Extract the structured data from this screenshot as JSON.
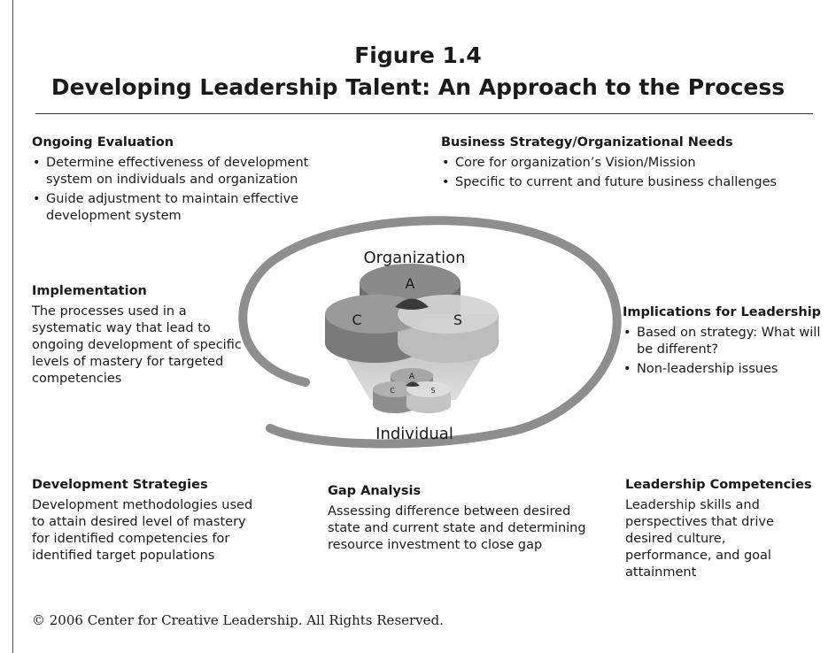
{
  "figure": {
    "title_line1": "Figure 1.4",
    "title_line2": "Developing Leadership Talent: An Approach to the Process"
  },
  "ongoing_evaluation": {
    "heading": "Ongoing Evaluation",
    "bullets": [
      "Determine effectiveness of development system on individuals and organization",
      "Guide adjustment to maintain effective development system"
    ]
  },
  "business_strategy": {
    "heading": "Business Strategy/Organizational Needs",
    "bullets": [
      "Core for organization’s Vision/Mission",
      "Specific to current and future business challenges"
    ]
  },
  "implementation": {
    "heading": "Implementation",
    "text": "The processes used in a systematic way that lead to ongoing development of specific levels of mastery for targeted competencies"
  },
  "implications": {
    "heading": "Implications for Leadership",
    "bullets": [
      "Based on strategy: What will be different?",
      "Non-leadership issues"
    ]
  },
  "development_strategies": {
    "heading": "Development Strategies",
    "text": "Development methodologies used to attain desired level of mastery for identified competencies for identified target populations"
  },
  "gap_analysis": {
    "heading": "Gap Analysis",
    "text": "Assessing difference between desired state and current state and determining resource investment to close gap"
  },
  "leadership_competencies": {
    "heading": "Leadership Competencies",
    "text": "Leadership skills and perspectives that drive desired culture, performance, and goal attainment"
  },
  "diagram": {
    "top_label": "Organization",
    "bottom_label": "Individual",
    "large_circles": {
      "a": "A",
      "c": "C",
      "s": "S"
    },
    "small_circles": {
      "a": "A",
      "c": "C",
      "s": "S"
    }
  },
  "copyright": "© 2006 Center for Creative Leadership. All Rights Reserved."
}
